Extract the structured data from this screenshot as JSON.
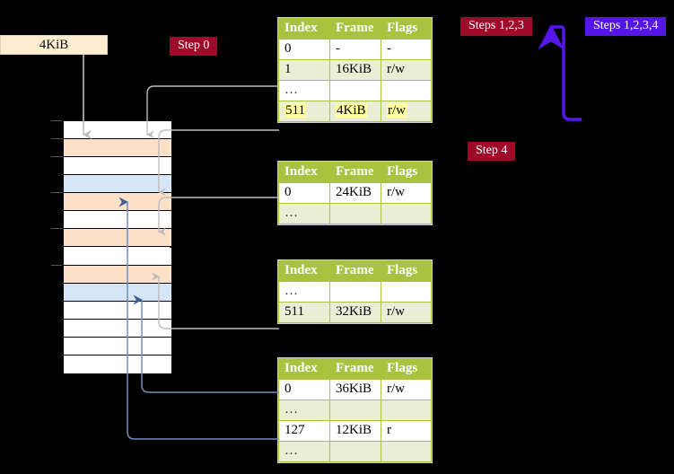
{
  "diagram": {
    "title_hidden": "",
    "memory_label": {
      "text": "4KiB"
    },
    "badges": {
      "step0": "Step 0",
      "step4": "Step 4",
      "steps123": "Steps 1,2,3",
      "steps1234": "Steps 1,2,3,4"
    },
    "colors": {
      "badge_red": "#9e0b2a",
      "badge_blue": "#5417e8",
      "table_header": "#a9c23f",
      "table_alt_row": "#e9eed4",
      "highlight": "#ffff9e",
      "mem_peach": "#fce0c8",
      "mem_blue": "#d6e6f7",
      "label_box": "#fdeed0",
      "arrow_grey": "#b9b9b9",
      "arrow_blue": "#4a6fa5"
    },
    "table_columns": [
      "Index",
      "Frame",
      "Flags"
    ],
    "tables": [
      {
        "name": "level-4-table",
        "rows": [
          {
            "style": "plain",
            "index": "0",
            "frame": "-",
            "flags": "-",
            "highlight": false
          },
          {
            "style": "alt",
            "index": "1",
            "frame": "16KiB",
            "flags": "r/w",
            "highlight": false
          },
          {
            "style": "plain",
            "index": "...",
            "frame": "",
            "flags": "",
            "highlight": false
          },
          {
            "style": "alt",
            "index": "511",
            "frame": "4KiB",
            "flags": "r/w",
            "highlight": true
          }
        ]
      },
      {
        "name": "level-3-table",
        "rows": [
          {
            "style": "plain",
            "index": "0",
            "frame": "24KiB",
            "flags": "r/w",
            "highlight": false
          },
          {
            "style": "alt",
            "index": "...",
            "frame": "",
            "flags": "",
            "highlight": false
          }
        ]
      },
      {
        "name": "level-2-table",
        "rows": [
          {
            "style": "plain",
            "index": "...",
            "frame": "",
            "flags": "",
            "highlight": false
          },
          {
            "style": "alt",
            "index": "511",
            "frame": "32KiB",
            "flags": "r/w",
            "highlight": false
          }
        ]
      },
      {
        "name": "level-1-table",
        "rows": [
          {
            "style": "plain",
            "index": "0",
            "frame": "36KiB",
            "flags": "r/w",
            "highlight": false
          },
          {
            "style": "alt",
            "index": "...",
            "frame": "",
            "flags": "",
            "highlight": false
          },
          {
            "style": "plain",
            "index": "127",
            "frame": "12KiB",
            "flags": "r",
            "highlight": false
          },
          {
            "style": "alt",
            "index": "...",
            "frame": "",
            "flags": "",
            "highlight": false
          }
        ]
      }
    ],
    "memory_blocks": [
      {
        "fill": "white"
      },
      {
        "fill": "peach"
      },
      {
        "fill": "white"
      },
      {
        "fill": "blue"
      },
      {
        "fill": "peach"
      },
      {
        "fill": "white"
      },
      {
        "fill": "peach"
      },
      {
        "fill": "white"
      },
      {
        "fill": "peach"
      },
      {
        "fill": "blue"
      },
      {
        "fill": "white"
      },
      {
        "fill": "white"
      },
      {
        "fill": "white"
      },
      {
        "fill": "white"
      }
    ]
  }
}
